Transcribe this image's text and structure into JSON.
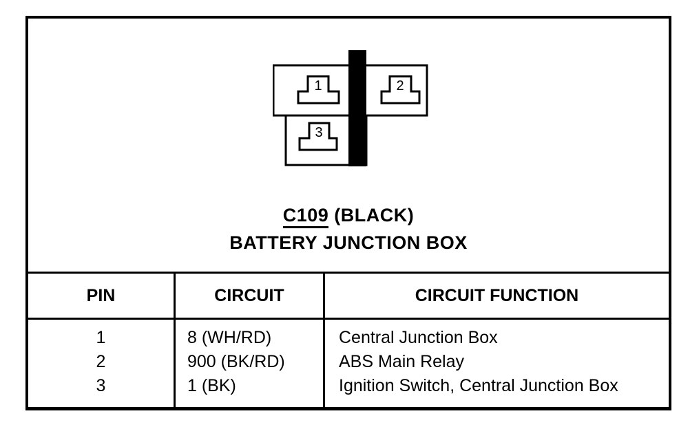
{
  "figure": {
    "connector": {
      "code": "C109",
      "color_label": "(BLACK)",
      "name": "BATTERY JUNCTION BOX",
      "pins": [
        {
          "number": "1"
        },
        {
          "number": "2"
        },
        {
          "number": "3"
        }
      ]
    },
    "table": {
      "headers": {
        "pin": "PIN",
        "circuit": "CIRCUIT",
        "function": "CIRCUIT FUNCTION"
      },
      "rows": [
        {
          "pin": "1",
          "circuit": "8 (WH/RD)",
          "function": "Central Junction Box"
        },
        {
          "pin": "2",
          "circuit": "900 (BK/RD)",
          "function": "ABS Main Relay"
        },
        {
          "pin": "3",
          "circuit": "1 (BK)",
          "function": "Ignition Switch, Central Junction Box"
        }
      ]
    },
    "colors": {
      "ink": "#000000",
      "paper": "#ffffff"
    }
  }
}
